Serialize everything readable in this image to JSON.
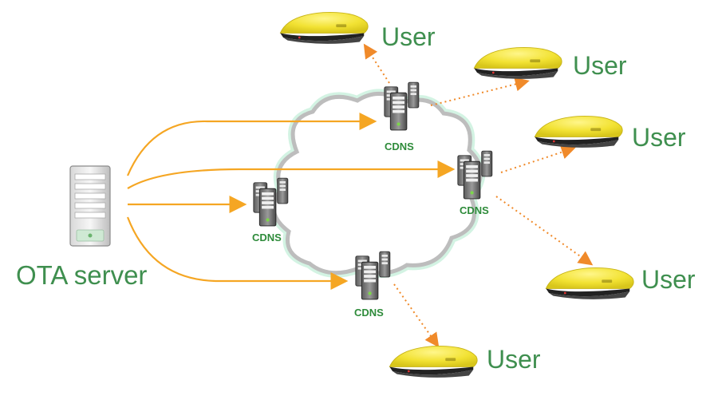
{
  "server": {
    "label": "OTA server",
    "icon": "server-tower-icon"
  },
  "cdn_nodes": [
    {
      "id": "cdns-top",
      "label": "CDNS"
    },
    {
      "id": "cdns-right",
      "label": "CDNS"
    },
    {
      "id": "cdns-left",
      "label": "CDNS"
    },
    {
      "id": "cdns-bottom",
      "label": "CDNS"
    }
  ],
  "users": [
    {
      "id": "user-1",
      "label": "User"
    },
    {
      "id": "user-2",
      "label": "User"
    },
    {
      "id": "user-3",
      "label": "User"
    },
    {
      "id": "user-4",
      "label": "User"
    },
    {
      "id": "user-5",
      "label": "User"
    }
  ],
  "colors": {
    "server_to_cdn_arrow": "#f5a623",
    "cdn_to_user_arrow": "#f08a2a",
    "label_green": "#3f8f4f",
    "device_yellow": "#f2e233",
    "cloud_outline": "#bdbdbd",
    "cloud_glow": "#b8e6d2"
  }
}
